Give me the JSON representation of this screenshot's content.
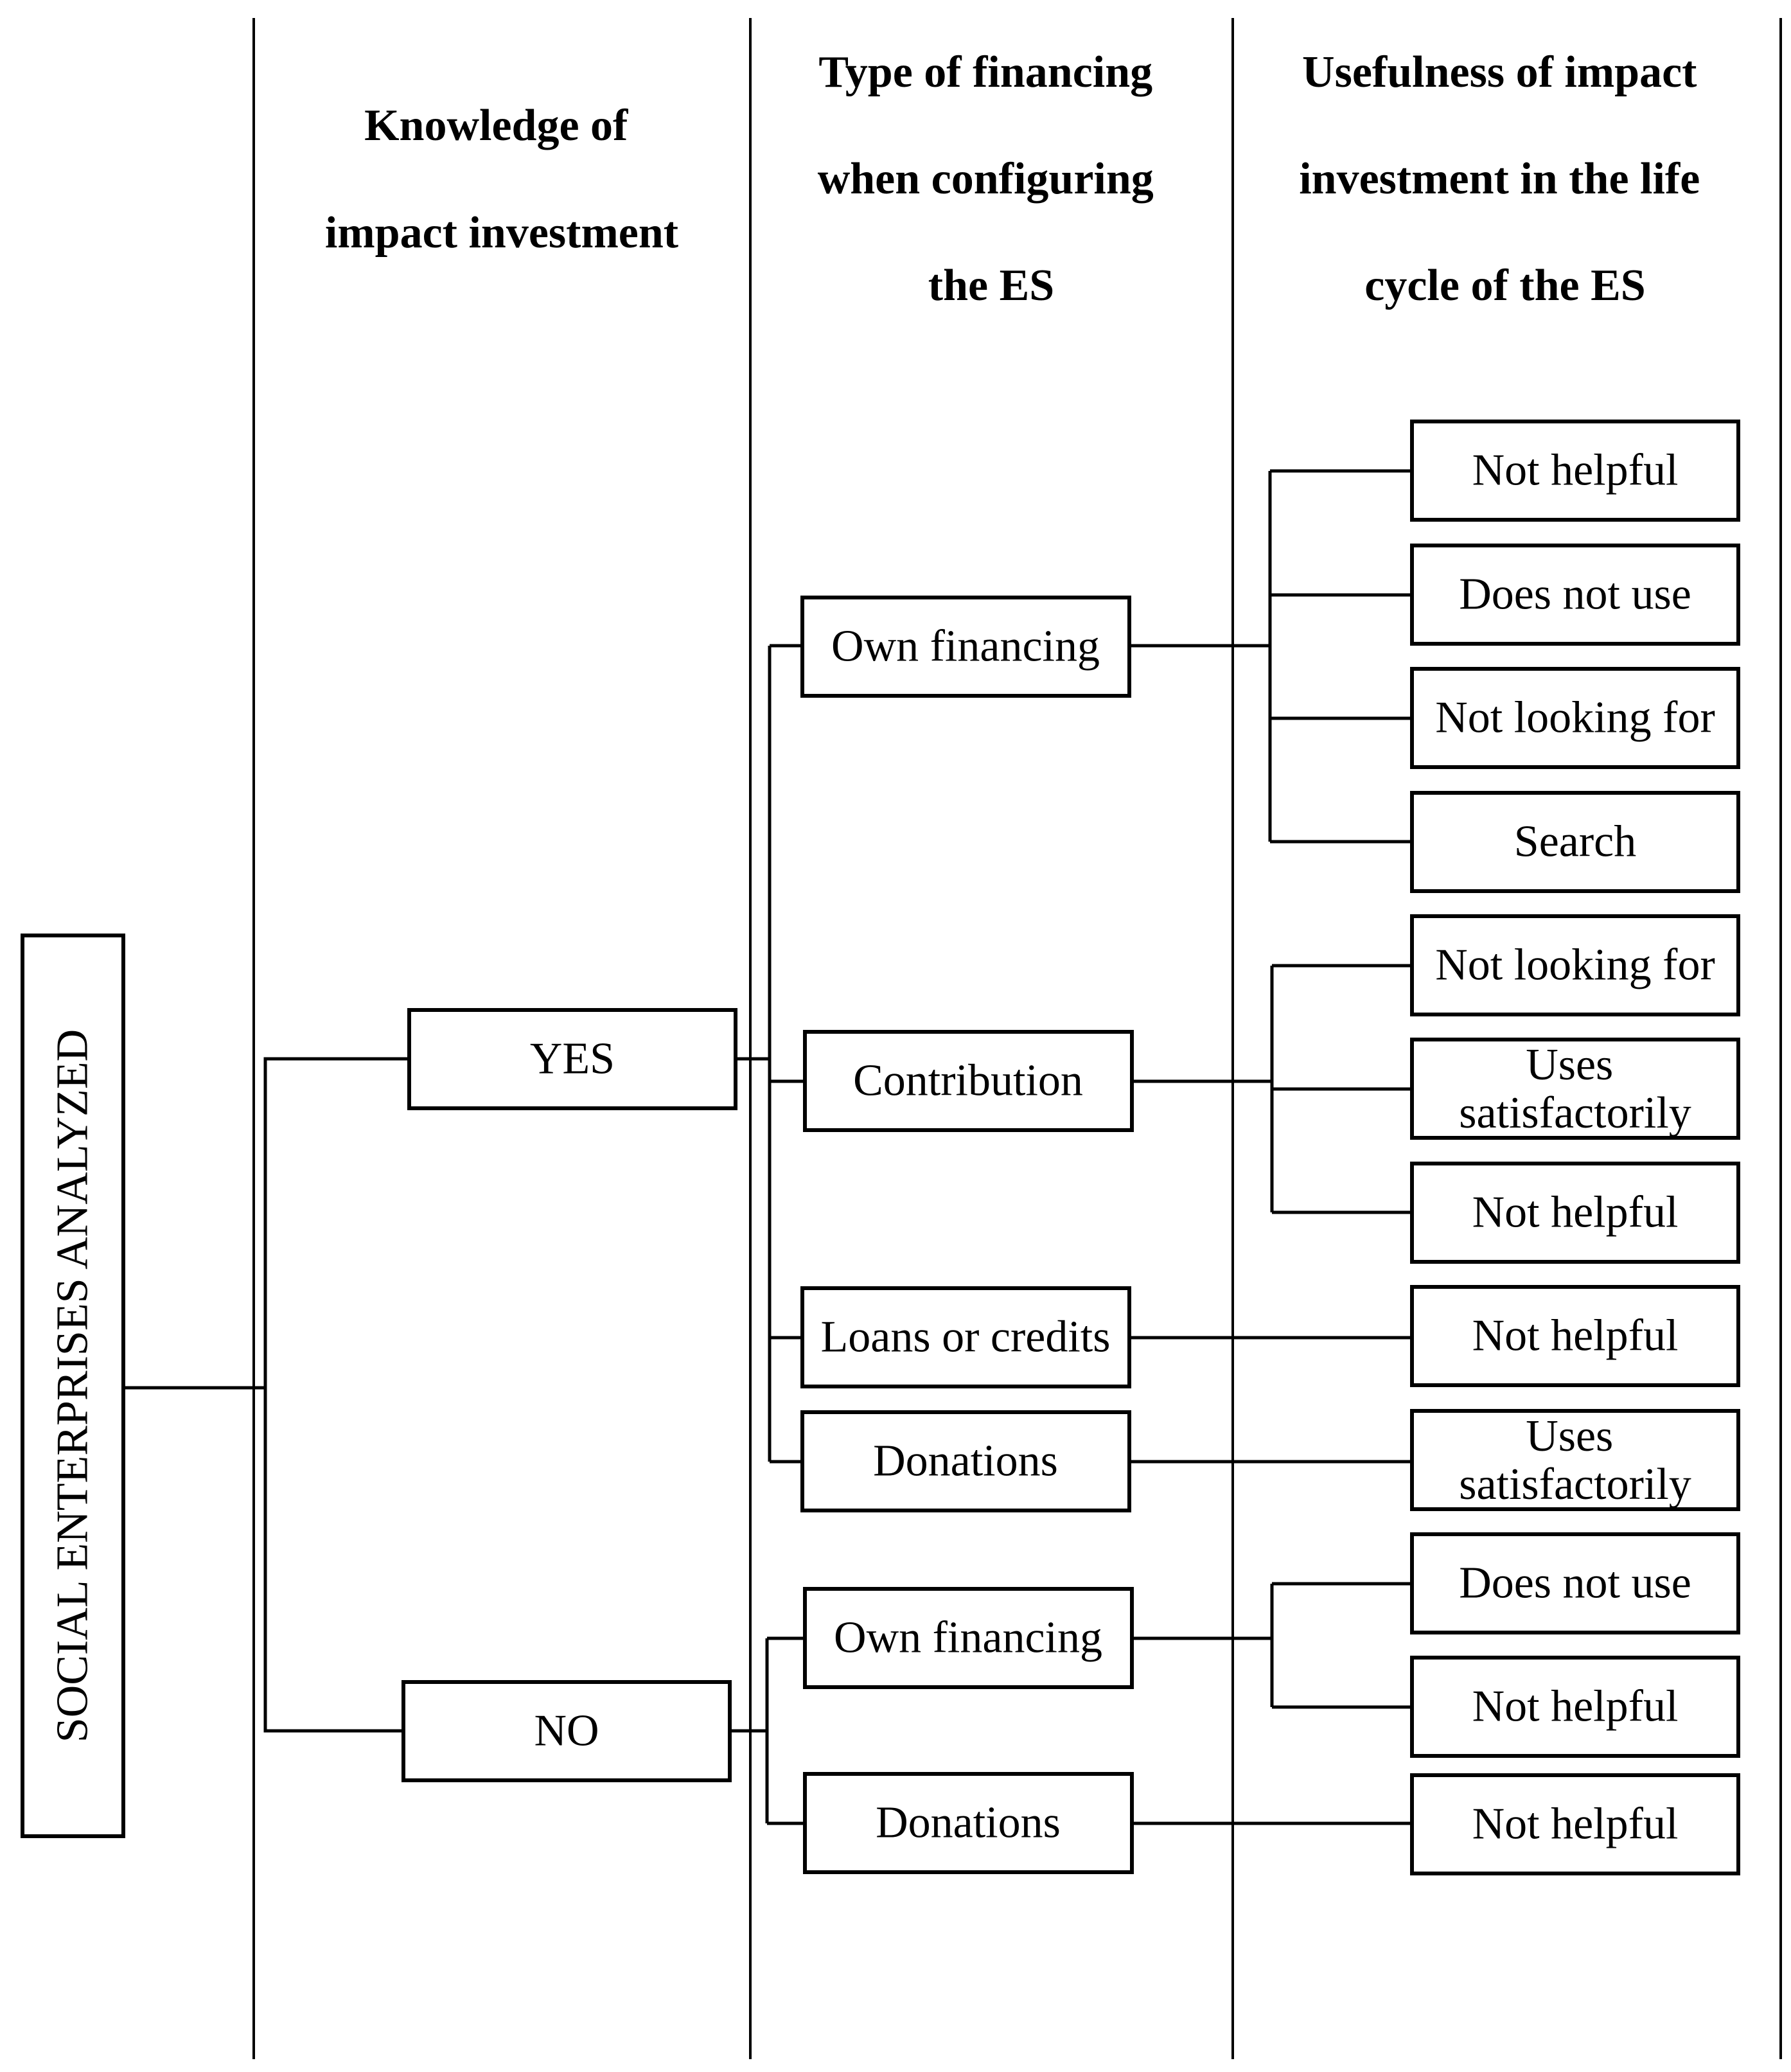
{
  "headers": {
    "knowledge": [
      "Knowledge of",
      "impact investment"
    ],
    "financing": [
      "Type of financing",
      "when configuring",
      "the ES"
    ],
    "usefulness": [
      "Usefulness of impact",
      "investment in the life",
      "cycle of the ES"
    ]
  },
  "root": {
    "label": "SOCIAL ENTERPRISES ANALYZED"
  },
  "knowledge_nodes": [
    {
      "label": "YES"
    },
    {
      "label": "NO"
    }
  ],
  "financing_nodes": [
    {
      "label": "Own financing"
    },
    {
      "label": "Contribution"
    },
    {
      "label": "Loans or credits"
    },
    {
      "label": "Donations"
    },
    {
      "label": "Own financing"
    },
    {
      "label": "Donations"
    }
  ],
  "usefulness_nodes": [
    {
      "lines": [
        "Not helpful"
      ]
    },
    {
      "lines": [
        "Does not use"
      ]
    },
    {
      "lines": [
        "Not looking for"
      ]
    },
    {
      "lines": [
        "Search"
      ]
    },
    {
      "lines": [
        "Not looking for"
      ]
    },
    {
      "lines": [
        "Uses",
        "satisfactorily"
      ]
    },
    {
      "lines": [
        "Not helpful"
      ]
    },
    {
      "lines": [
        "Not helpful"
      ]
    },
    {
      "lines": [
        "Uses",
        "satisfactorily"
      ]
    },
    {
      "lines": [
        "Does not use"
      ]
    },
    {
      "lines": [
        "Not helpful"
      ]
    },
    {
      "lines": [
        "Not helpful"
      ]
    }
  ]
}
